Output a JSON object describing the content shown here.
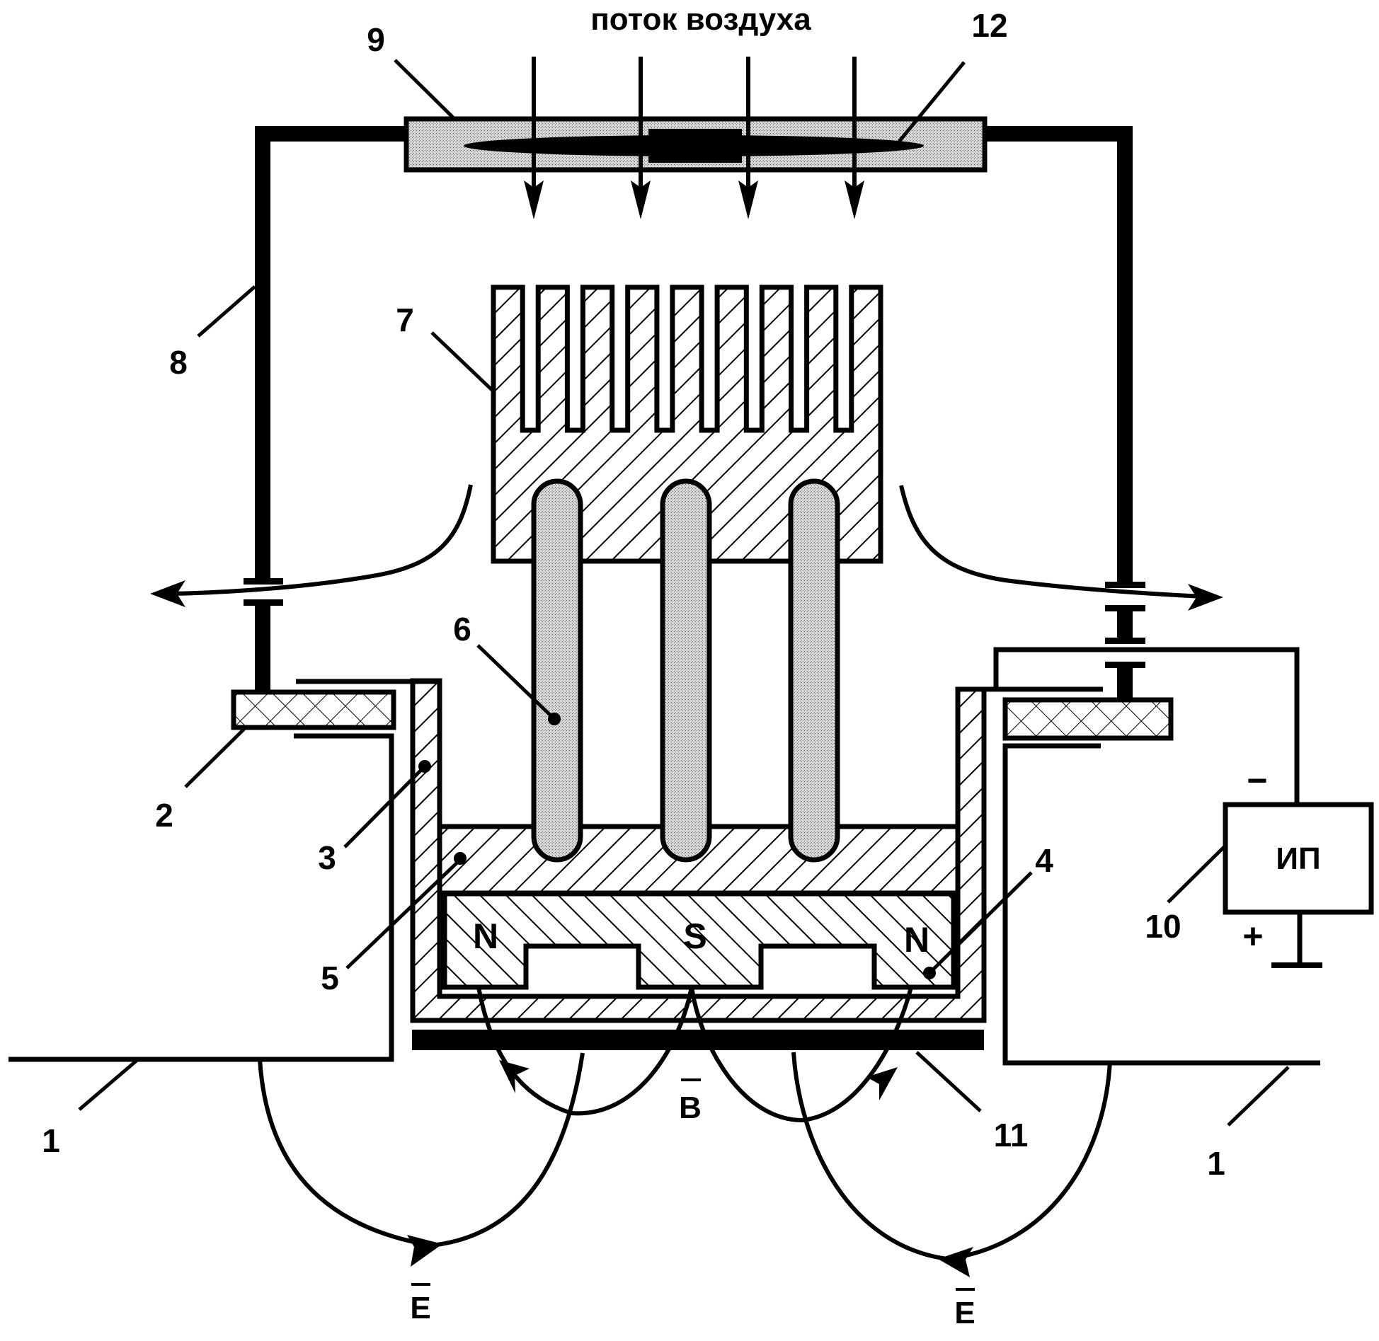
{
  "title": "поток воздуха",
  "labels": {
    "plate": "1",
    "insulator": "2",
    "housing": "3",
    "magnet": "4",
    "base_block": "5",
    "heat_pipe": "6",
    "heat_sink": "7",
    "conductor": "8",
    "filter_frame": "9",
    "power_supply": "10",
    "electrode_plate": "11",
    "filter_element": "12"
  },
  "poles": {
    "left": "N",
    "center": "S",
    "right": "N"
  },
  "vectors": {
    "magnetic": "B",
    "electric_left": "E",
    "electric_right": "E"
  },
  "power_supply": {
    "text": "ИП",
    "minus": "−",
    "plus": "+"
  },
  "colors": {
    "ink": "#000000",
    "paper": "#ffffff",
    "stipple": "#c8c8c8"
  }
}
